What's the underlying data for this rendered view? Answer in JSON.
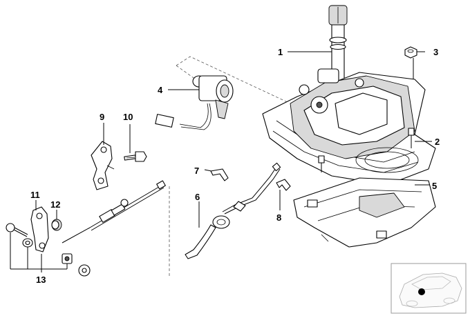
{
  "diagram": {
    "callouts": [
      {
        "id": "1",
        "label": "1"
      },
      {
        "id": "2",
        "label": "2"
      },
      {
        "id": "3",
        "label": "3"
      },
      {
        "id": "4",
        "label": "4"
      },
      {
        "id": "5",
        "label": "5"
      },
      {
        "id": "6",
        "label": "6"
      },
      {
        "id": "7",
        "label": "7"
      },
      {
        "id": "8",
        "label": "8"
      },
      {
        "id": "9",
        "label": "9"
      },
      {
        "id": "10",
        "label": "10"
      },
      {
        "id": "11",
        "label": "11"
      },
      {
        "id": "12",
        "label": "12"
      },
      {
        "id": "13",
        "label": "13"
      }
    ],
    "inset_marker_color": "#000000",
    "line_color": "#000000"
  }
}
